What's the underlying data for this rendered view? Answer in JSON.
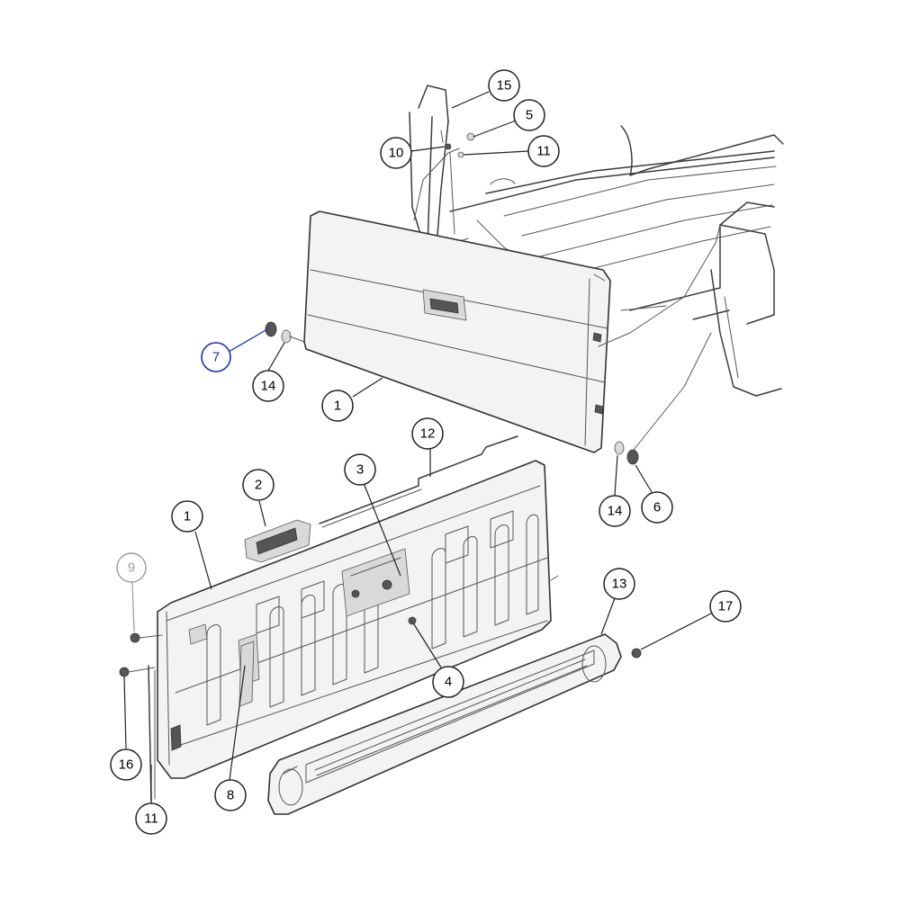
{
  "callouts": [
    {
      "id": "c15a",
      "label": "15"
    },
    {
      "id": "c5a",
      "label": "5"
    },
    {
      "id": "c10a",
      "label": "10"
    },
    {
      "id": "c11a",
      "label": "11"
    },
    {
      "id": "c7a",
      "label": "7"
    },
    {
      "id": "c14a",
      "label": "14"
    },
    {
      "id": "c1a",
      "label": "1"
    },
    {
      "id": "c12a",
      "label": "12"
    },
    {
      "id": "c2a",
      "label": "2"
    },
    {
      "id": "c3a",
      "label": "3"
    },
    {
      "id": "c1b",
      "label": "1"
    },
    {
      "id": "c14b",
      "label": "14"
    },
    {
      "id": "c6a",
      "label": "6"
    },
    {
      "id": "c9a",
      "label": "9"
    },
    {
      "id": "c13a",
      "label": "13"
    },
    {
      "id": "c17a",
      "label": "17"
    },
    {
      "id": "c4a",
      "label": "4"
    },
    {
      "id": "c16a",
      "label": "16"
    },
    {
      "id": "c8a",
      "label": "8"
    },
    {
      "id": "c11b",
      "label": "11"
    }
  ],
  "colors": {
    "highlight": "#1a33aa",
    "muted": "#9a9a9a",
    "line": "#222222"
  }
}
